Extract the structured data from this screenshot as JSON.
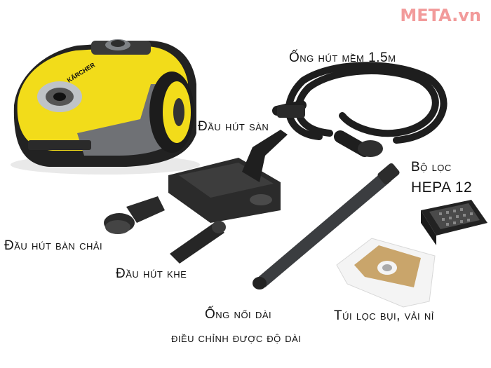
{
  "brand": {
    "text": "META.vn",
    "color": "#f08a8a"
  },
  "vacuum": {
    "brand_text": "KÄRCHER"
  },
  "labels": {
    "hose": "Ống hút mềm 1.5m",
    "floor_nozzle": "Đầu hút sàn",
    "filter_line1": "Bộ lọc",
    "filter_line2": "HEPA 12",
    "brush_nozzle": "Đầu hút bàn chải",
    "crevice_nozzle": "Đầu hút khe",
    "tube_line1": "Ống nối dài",
    "tube_line2": "điều chỉnh được độ dài",
    "dust_bag": "Túi lọc bụi, vải nỉ"
  },
  "colors": {
    "yellow": "#f2dc1a",
    "dark": "#2b2b2b",
    "grey": "#6f7175"
  }
}
